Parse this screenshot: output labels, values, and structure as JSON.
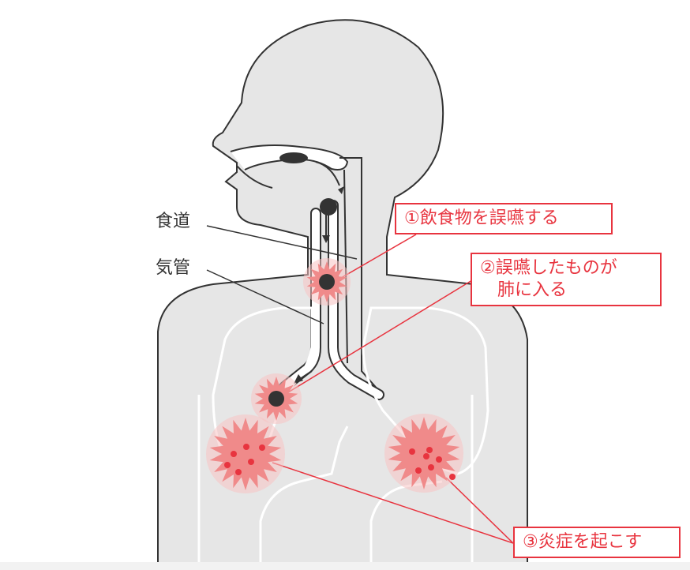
{
  "labels": {
    "esophagus": "食道",
    "trachea": "気管"
  },
  "callouts": {
    "step1": "①飲食物を誤嚥する",
    "step2_line1": "②誤嚥したものが",
    "step2_line2": "肺に入る",
    "step3": "③炎症を起こす"
  },
  "colors": {
    "body": "#e6e6e6",
    "outline": "#333333",
    "accent": "#e8343f",
    "burst": "#f08a8a",
    "burst_edge": "#f7c2c2",
    "particle": "#333333"
  }
}
